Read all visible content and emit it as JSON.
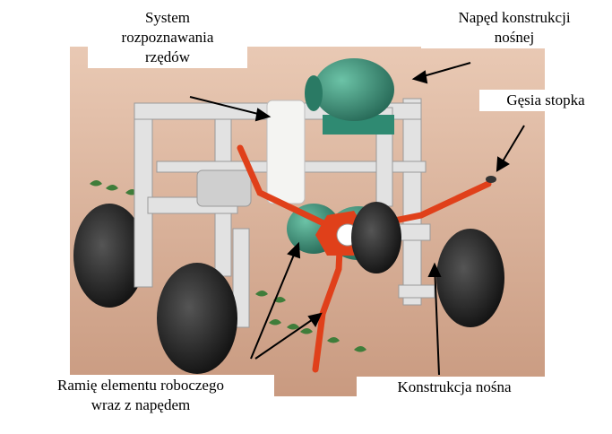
{
  "labels": {
    "system": [
      "System",
      "rozpoznawania",
      "rzędów"
    ],
    "drive": [
      "Napęd konstrukcji",
      "nośnej"
    ],
    "foot": "Gęsia stopka",
    "arm": [
      "Ramię elementu roboczego",
      "wraz z napędem"
    ],
    "frame": "Konstrukcja nośna"
  },
  "colors": {
    "ground": "#d7a88c",
    "frame": "#dcdcdc",
    "motor": "#2f8a72",
    "arm": "#e0401a",
    "wheel": "#1a1a1a",
    "plant": "#3f7d3a"
  }
}
